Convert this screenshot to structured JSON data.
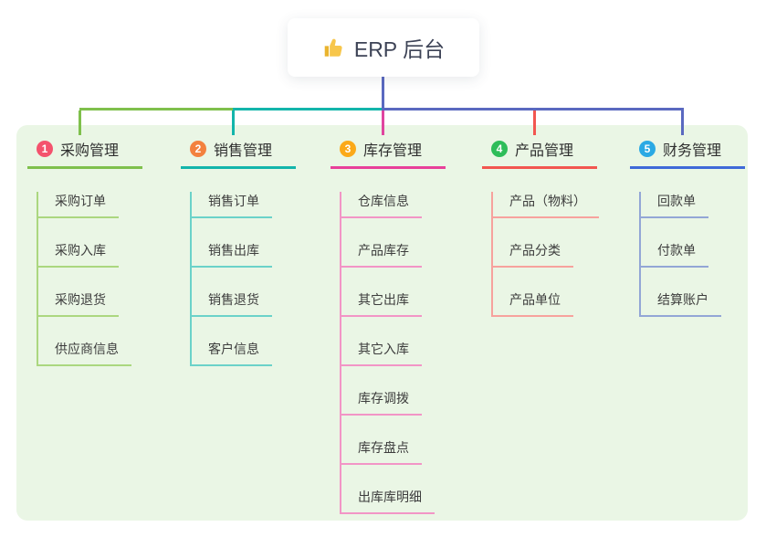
{
  "root": {
    "title": "ERP 后台",
    "icon": "thumbs-up"
  },
  "connectors": {
    "stem_color": "#5a69c0",
    "bus_left_color": "#7fc04c",
    "bus_mid_color": "#13b5ab",
    "bus_right_color": "#5a69c0"
  },
  "branches": [
    {
      "num": "1",
      "title": "采购管理",
      "badge_color": "#f4526d",
      "line_color": "#7fc04c",
      "child_color": "#abd77f",
      "drop_color": "#7fc04c",
      "items": [
        "采购订单",
        "采购入库",
        "采购退货",
        "供应商信息"
      ]
    },
    {
      "num": "2",
      "title": "销售管理",
      "badge_color": "#f3813e",
      "line_color": "#13b5ab",
      "child_color": "#6bd2c9",
      "drop_color": "#13b5ab",
      "items": [
        "销售订单",
        "销售出库",
        "销售退货",
        "客户信息"
      ]
    },
    {
      "num": "3",
      "title": "库存管理",
      "badge_color": "#fba919",
      "line_color": "#e8409a",
      "child_color": "#f295c6",
      "drop_color": "#e0459f",
      "items": [
        "仓库信息",
        "产品库存",
        "其它出库",
        "其它入库",
        "库存调拨",
        "库存盘点",
        "出库库明细"
      ]
    },
    {
      "num": "4",
      "title": "产品管理",
      "badge_color": "#2ebd59",
      "line_color": "#f25650",
      "child_color": "#f7a29d",
      "drop_color": "#f25650",
      "items": [
        "产品（物料）",
        "产品分类",
        "产品单位"
      ]
    },
    {
      "num": "5",
      "title": "财务管理",
      "badge_color": "#2ba9e4",
      "line_color": "#3f6ad8",
      "child_color": "#93a6d6",
      "drop_color": "#5a69c0",
      "items": [
        "回款单",
        "付款单",
        "结算账户"
      ]
    }
  ]
}
